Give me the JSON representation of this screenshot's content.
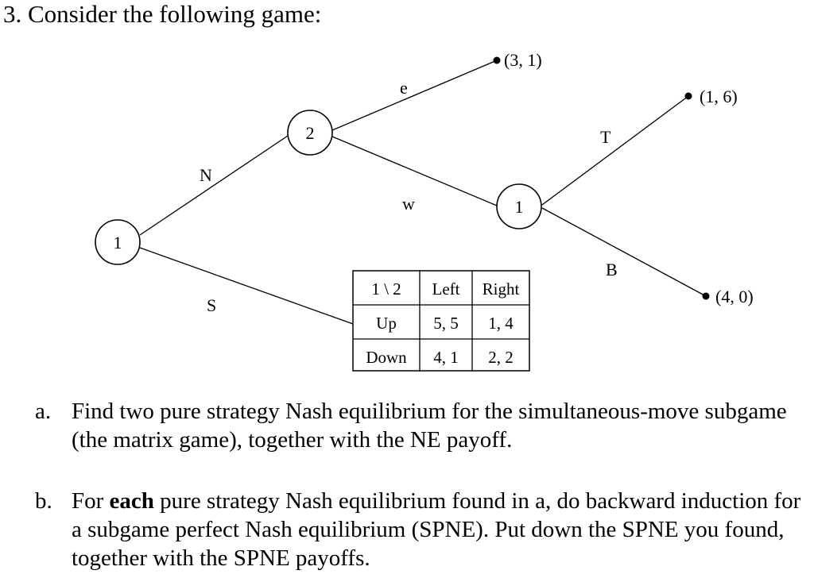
{
  "heading": "3. Consider the following game:",
  "tree": {
    "nodes": {
      "root": "1",
      "player2": "2",
      "second_player1": "1"
    },
    "actions": {
      "N": "N",
      "S": "S",
      "e": "e",
      "w": "w",
      "T": "T",
      "B": "B"
    },
    "payoffs": {
      "e": "(3, 1)",
      "T": "(1, 6)",
      "B": "(4, 0)"
    }
  },
  "matrix": {
    "corner": "1 \\ 2",
    "columns": [
      "Left",
      "Right"
    ],
    "rows": [
      {
        "label": "Up",
        "cells": [
          "5, 5",
          "1, 4"
        ]
      },
      {
        "label": "Down",
        "cells": [
          "4, 1",
          "2, 2"
        ]
      }
    ]
  },
  "questions": [
    {
      "mark": "a.",
      "text": "Find two pure strategy Nash equilibrium for the simultaneous-move subgame (the matrix game), together with the NE payoff."
    },
    {
      "mark": "b.",
      "text_before": "For ",
      "text_bold": "each",
      "text_after": " pure strategy Nash equilibrium found in a, do backward induction for a subgame perfect Nash equilibrium (SPNE). Put down the SPNE you found, together with the SPNE payoffs."
    }
  ]
}
